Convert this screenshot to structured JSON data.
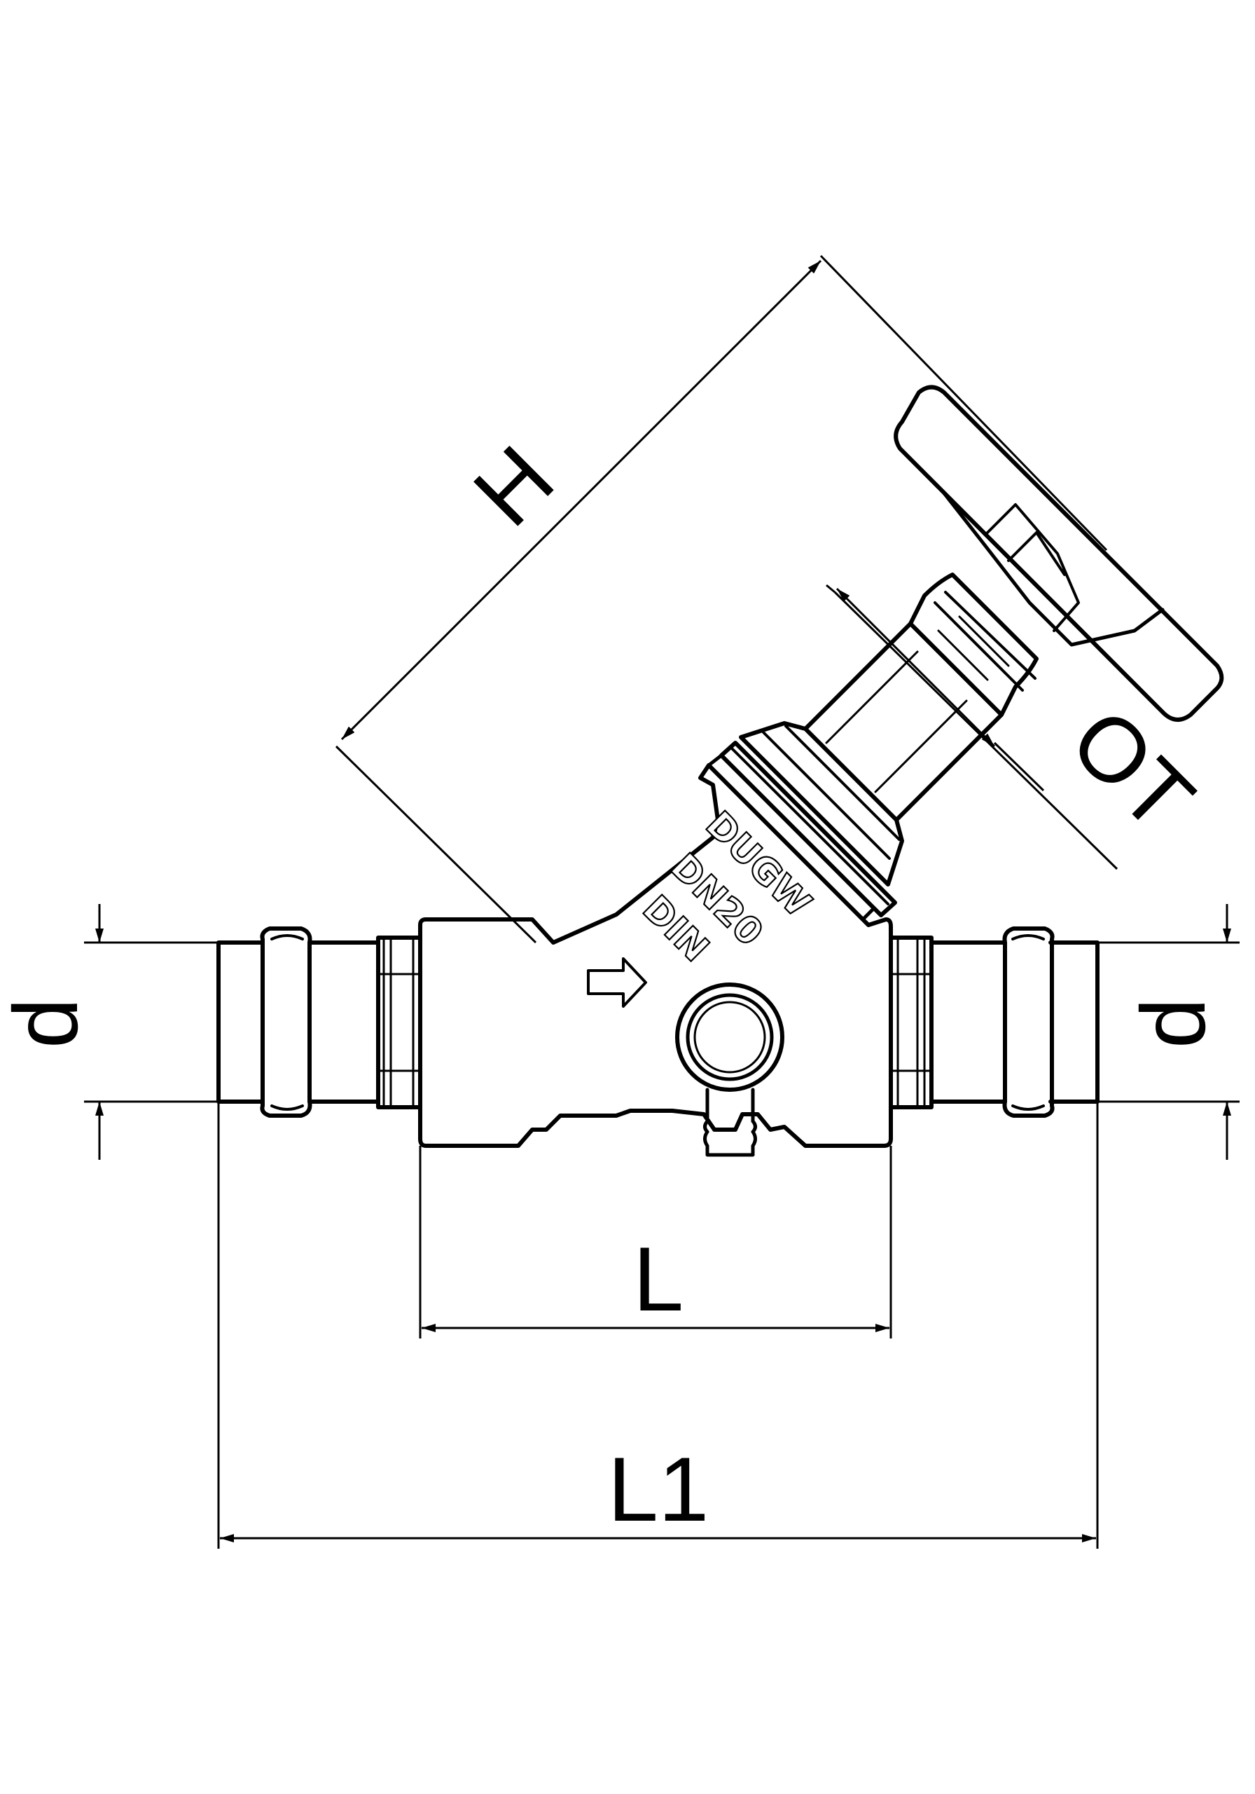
{
  "dimensions": {
    "H": "H",
    "OT": "OT",
    "d_left": "d",
    "d_right": "d",
    "L": "L",
    "L1": "L1"
  },
  "body_marking": {
    "line1": "DUGW",
    "line2": "DN20",
    "line3": "DIN"
  }
}
